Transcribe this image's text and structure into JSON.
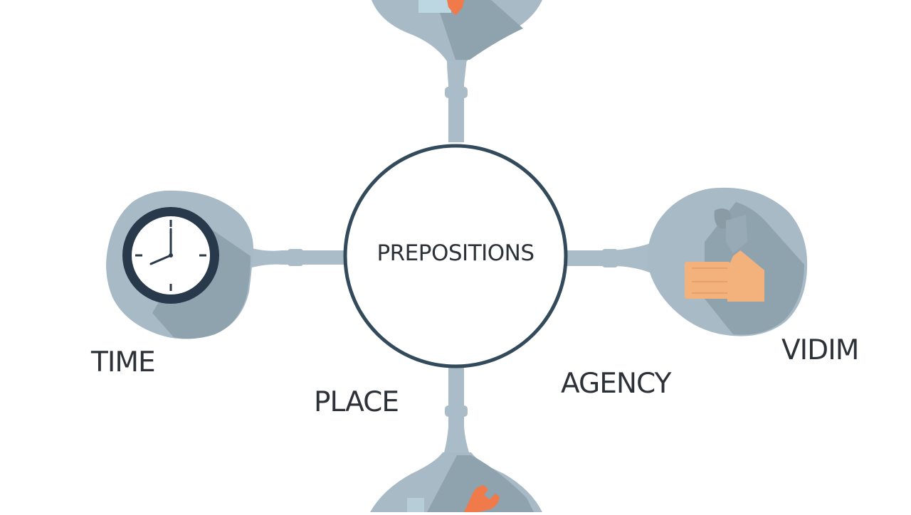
{
  "diagram": {
    "center": {
      "label": "PREPOSITIONS"
    },
    "branches": [
      {
        "label": "TIME",
        "icon": "clock-icon"
      },
      {
        "label": "PLACE",
        "icon": "wrench-icon"
      },
      {
        "label": "AGENCY",
        "icon": "handshake-icon"
      },
      {
        "label": "VIDIM",
        "icon": ""
      }
    ]
  },
  "colors": {
    "blob": "#a7bac5",
    "blob_shadow": "#8fa3af",
    "connector": "#a9bcc7",
    "ring": "#334a5b",
    "clock_rim": "#27394a",
    "accent_orange": "#f07a4a",
    "hand_peach": "#f3b27c",
    "text": "#2c3238"
  }
}
